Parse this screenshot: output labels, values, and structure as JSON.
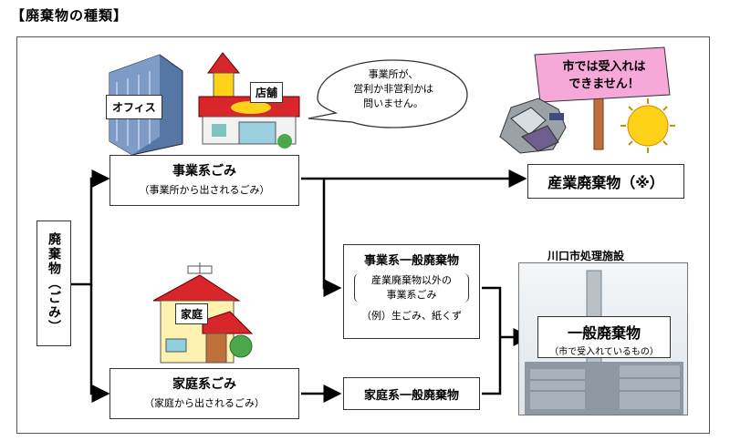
{
  "title": "【廃棄物の種類】",
  "source": {
    "label": "廃棄物（ごみ）"
  },
  "office": {
    "label": "オフィス"
  },
  "shop": {
    "label": "店舗"
  },
  "house": {
    "label": "家庭"
  },
  "speech": {
    "lines": [
      "事業所が、",
      "営利か非営利かは",
      "問いません。"
    ]
  },
  "sign": {
    "lines": [
      "市では受入れは",
      "できません！"
    ]
  },
  "business_waste": {
    "label": "事業系ごみ",
    "sub": "（事業所から出されるごみ）"
  },
  "household_waste": {
    "label": "家庭系ごみ",
    "sub": "（家庭から出されるごみ）"
  },
  "industrial_waste": {
    "label": "産業廃棄物（※）"
  },
  "business_general": {
    "label": "事業系一般廃棄物",
    "bracket_lines": [
      "産業廃棄物以外の",
      "事業系ごみ"
    ],
    "example": "（例）生ごみ、紙くず"
  },
  "household_general": {
    "label": "家庭系一般廃棄物"
  },
  "facility": {
    "label": "川口市処理施設"
  },
  "general_waste": {
    "label": "一般廃棄物",
    "sub": "（市で受入れているもの）"
  },
  "colors": {
    "sign": "#f6a8d8",
    "roof_red": "#d8262b",
    "sun": "#ffd21a",
    "building_blue": "#5676a6"
  }
}
